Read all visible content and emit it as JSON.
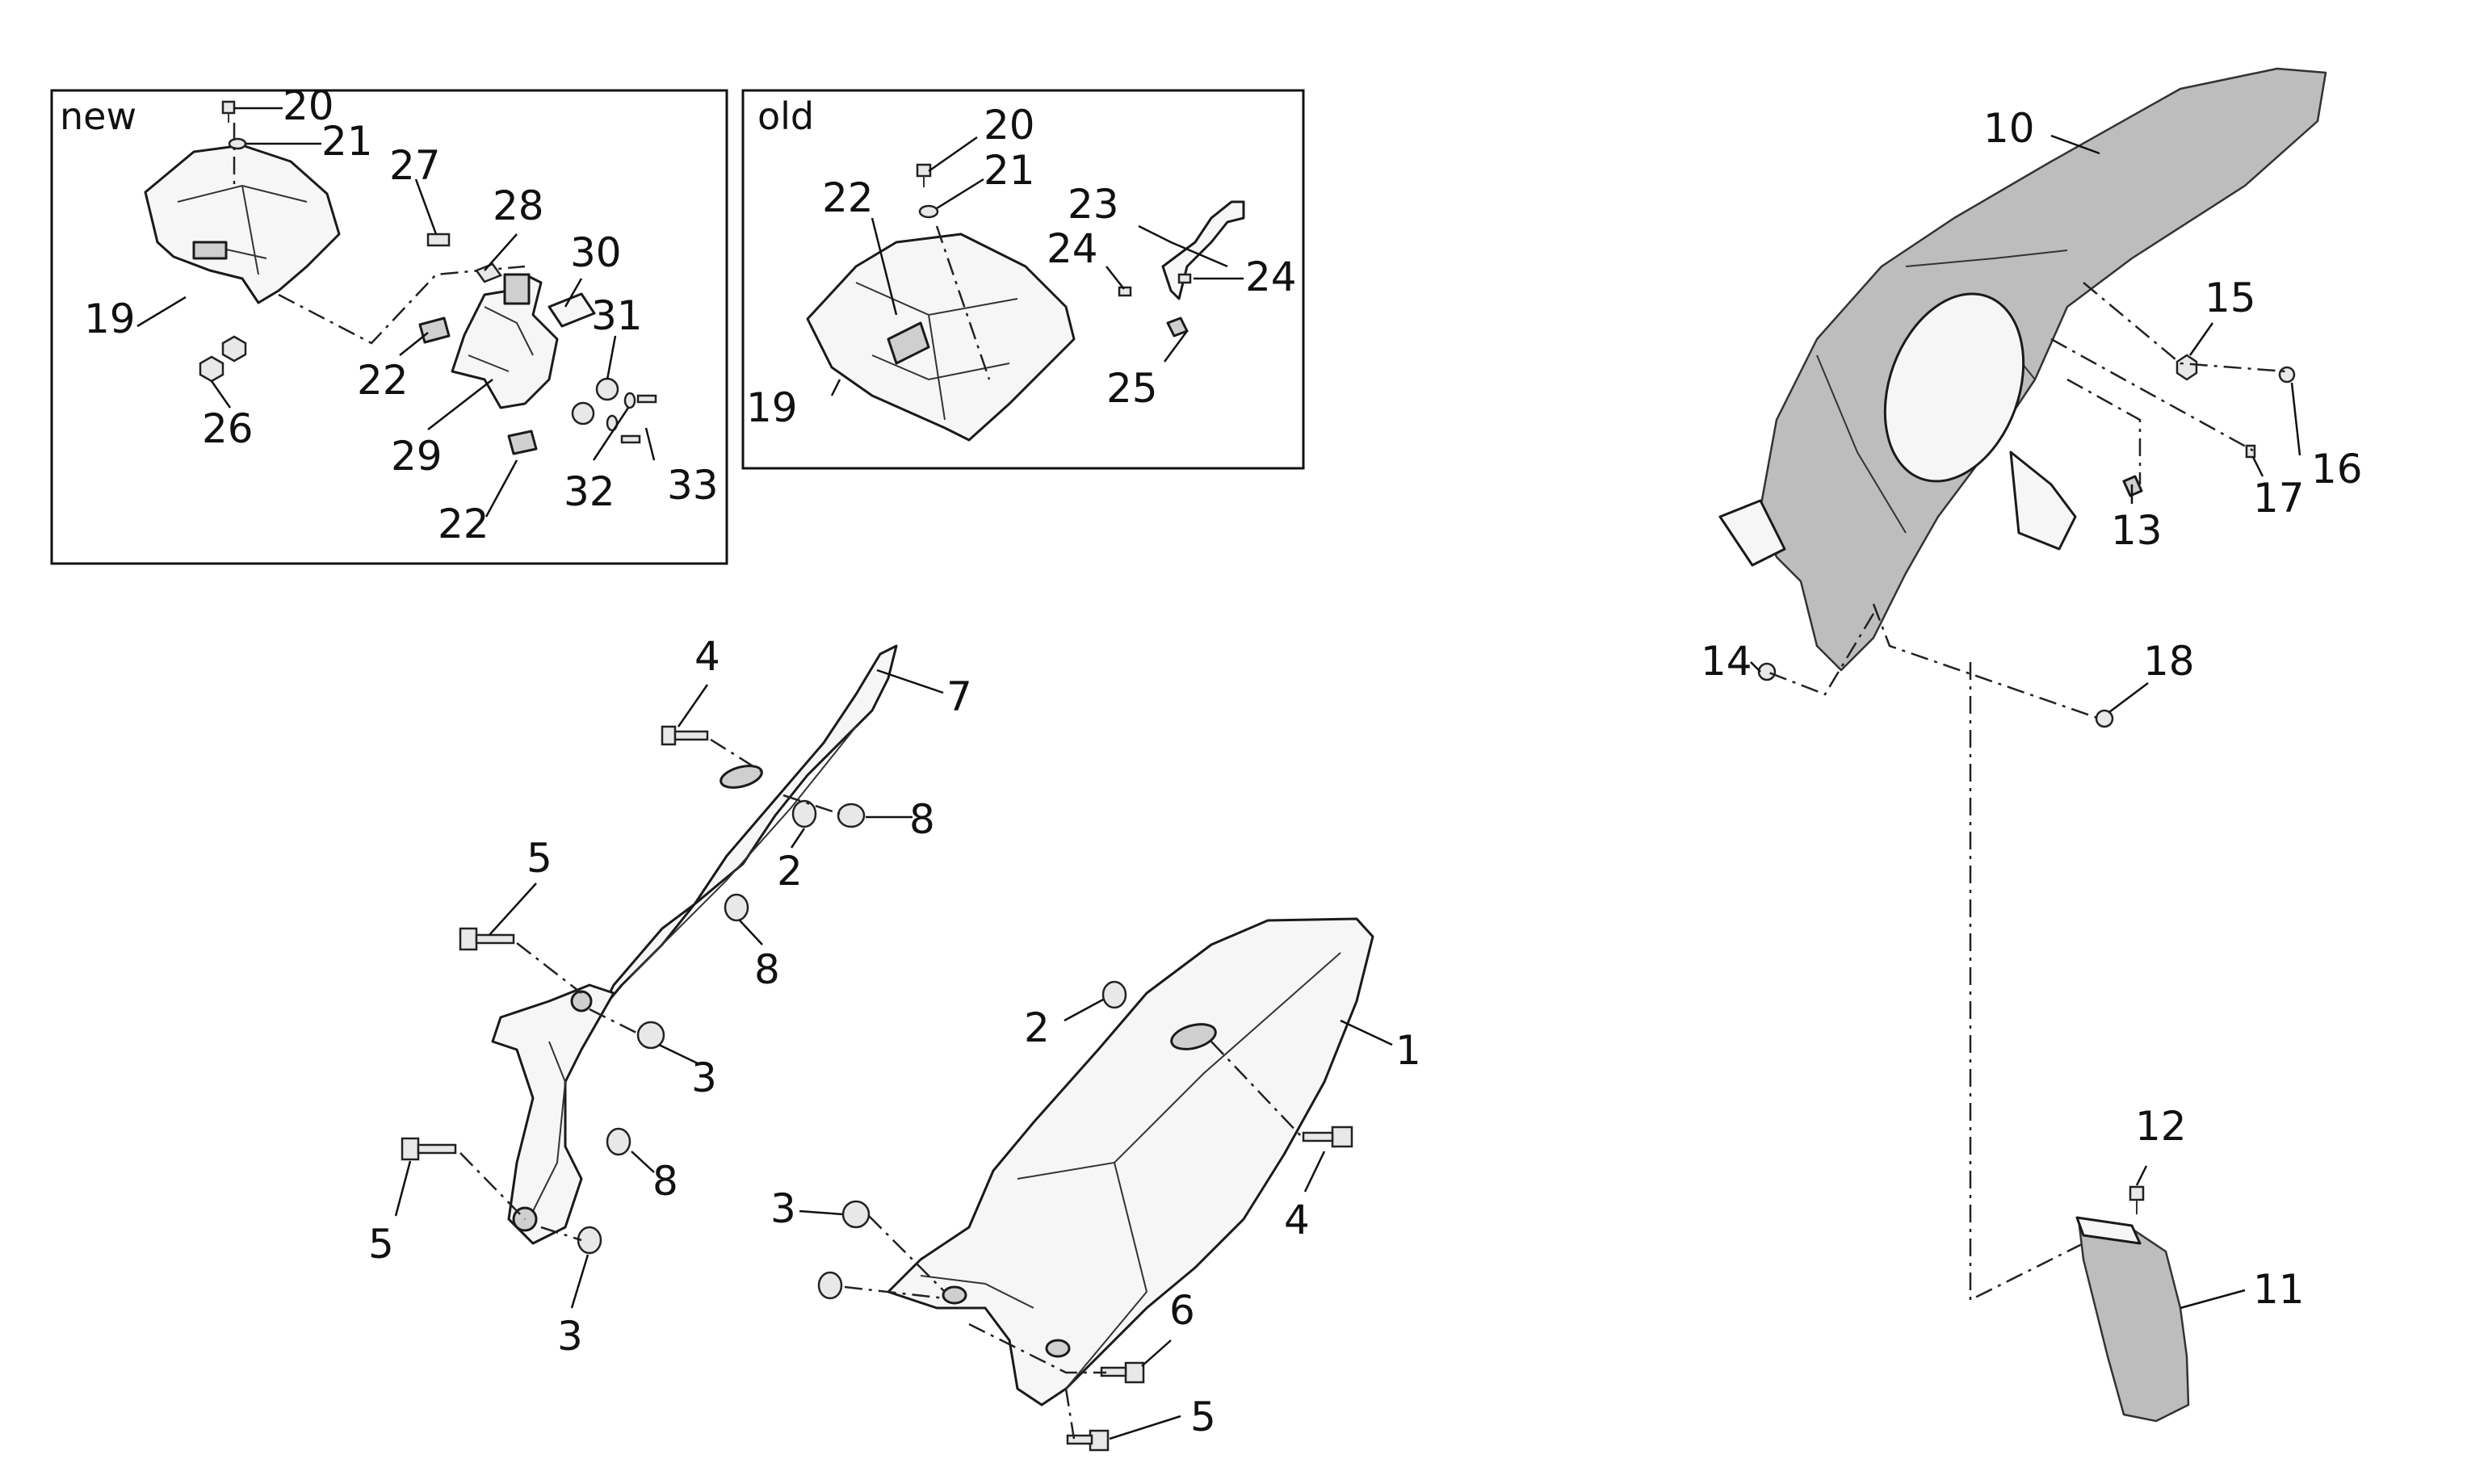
{
  "frames": {
    "new_title": "new",
    "old_title": "old"
  },
  "callouts": {
    "n20": "20",
    "n21": "21",
    "n19": "19",
    "n26": "26",
    "n27": "27",
    "n28": "28",
    "n30": "30",
    "n31": "31",
    "n22a": "22",
    "n29": "29",
    "n22b": "22",
    "n32": "32",
    "n33": "33",
    "o20": "20",
    "o21": "21",
    "o22": "22",
    "o23": "23",
    "o24a": "24",
    "o24b": "24",
    "o19": "19",
    "o25": "25",
    "r10": "10",
    "r15": "15",
    "r16": "16",
    "r17": "17",
    "r13": "13",
    "r14": "14",
    "r18": "18",
    "r12": "12",
    "r11": "11",
    "c4a": "4",
    "c7": "7",
    "c2a": "2",
    "c8a": "8",
    "c5a": "5",
    "c8b": "8",
    "c3a": "3",
    "c5b": "5",
    "c8c": "8",
    "c3b": "3",
    "c2b": "2",
    "c1": "1",
    "c4b": "4",
    "c3c": "3",
    "c6": "6",
    "c5c": "5"
  }
}
